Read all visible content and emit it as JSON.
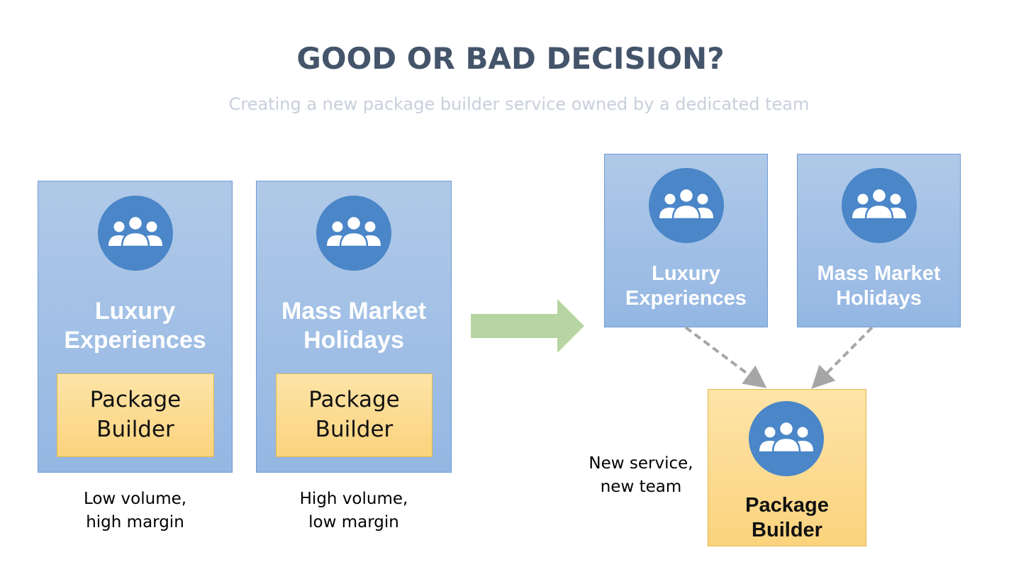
{
  "slide": {
    "title": "GOOD OR BAD DECISION?",
    "subtitle": "Creating a new package builder service owned by a dedicated team"
  },
  "before": {
    "teams": [
      {
        "name": "Luxury\nExperiences",
        "component": "Package\nBuilder",
        "caption": "Low volume,\nhigh margin"
      },
      {
        "name": "Mass Market\nHolidays",
        "component": "Package\nBuilder",
        "caption": "High volume,\nlow margin"
      }
    ]
  },
  "after": {
    "teams": [
      {
        "name": "Luxury\nExperiences"
      },
      {
        "name": "Mass Market\nHolidays"
      }
    ],
    "new_service": {
      "name": "Package\nBuilder",
      "caption": "New service,\nnew team"
    }
  },
  "colors": {
    "title": "#44546a",
    "subtitle": "#c8cfdc",
    "team_box": "#94b7e3",
    "icon_circle": "#4a86c8",
    "package_box": "#fbd37d",
    "arrow": "#b7d5a2",
    "dependency_arrow": "#a6a6a6"
  },
  "icons": {
    "team": "people-group-icon",
    "transition": "right-arrow-icon",
    "dependency": "dashed-arrow-icon"
  }
}
